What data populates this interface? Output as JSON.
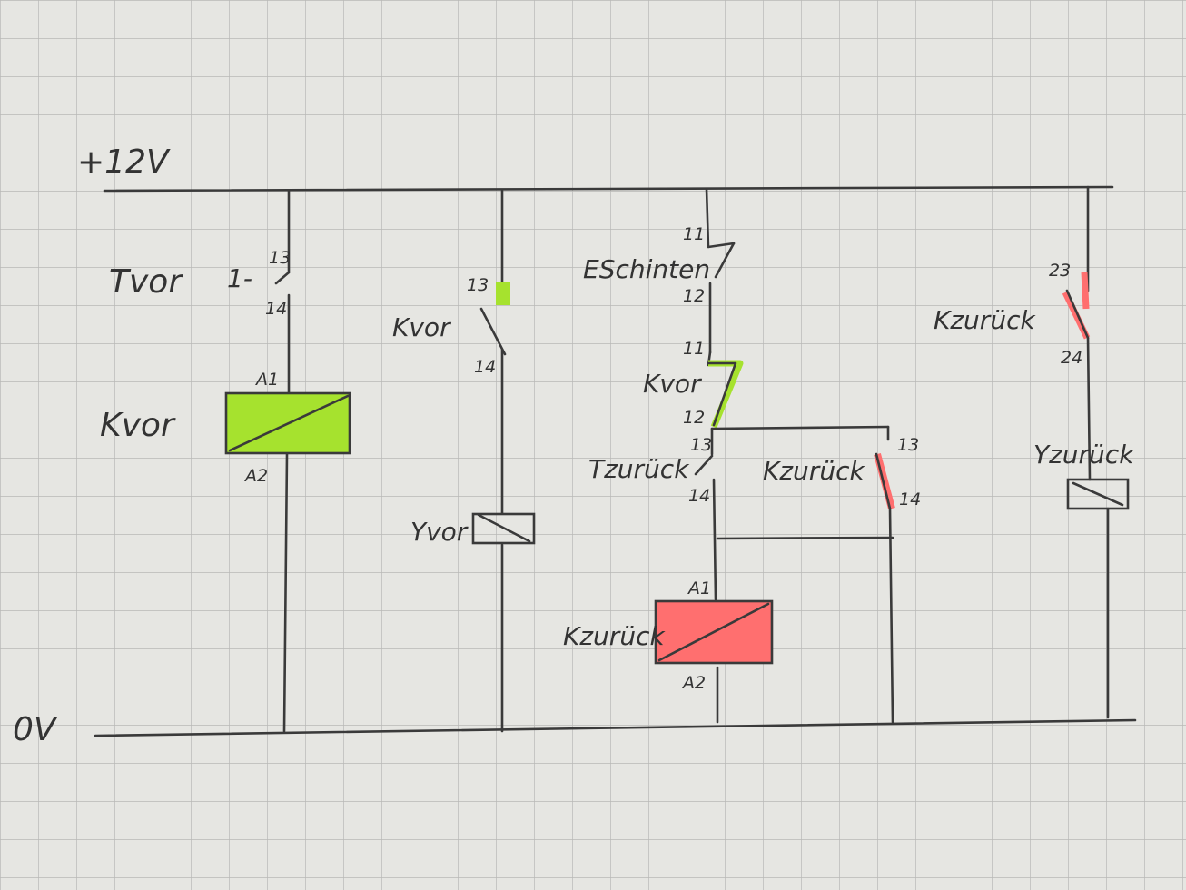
{
  "colors": {
    "paper": "#e6e6e2",
    "grid": "#b9b9b6",
    "ink": "#3a3a3a",
    "highlight_vor": "#a6e22e",
    "highlight_zuruck": "#ff6f6f"
  },
  "rails": {
    "supply": "+12V",
    "ground": "0V"
  },
  "branch_1": {
    "switch_label": "Tvor",
    "switch_mark": "1-",
    "pin_top": "13",
    "pin_bottom": "14",
    "coil_label": "Kvor",
    "coil_pin_top": "A1",
    "coil_pin_bottom": "A2"
  },
  "branch_2": {
    "contact_label": "Kvor",
    "pin_top": "13",
    "pin_bottom": "14",
    "valve_label": "Yvor"
  },
  "branch_3": {
    "limit_switch_label": "ESchinten",
    "limit_pin_top": "11",
    "limit_pin_bottom": "12",
    "nc_contact_label": "Kvor",
    "nc_pin_top": "11",
    "nc_pin_bottom": "12",
    "button_label": "Tzurück",
    "button_pin_top": "13",
    "button_pin_bottom": "14",
    "selfhold_label": "Kzurück",
    "selfhold_pin_top": "13",
    "selfhold_pin_bottom": "14",
    "coil_label": "Kzurück",
    "coil_pin_top": "A1",
    "coil_pin_bottom": "A2"
  },
  "branch_4": {
    "contact_label": "Kzurück",
    "pin_top": "23",
    "pin_bottom": "24",
    "valve_label": "Yzurück"
  }
}
